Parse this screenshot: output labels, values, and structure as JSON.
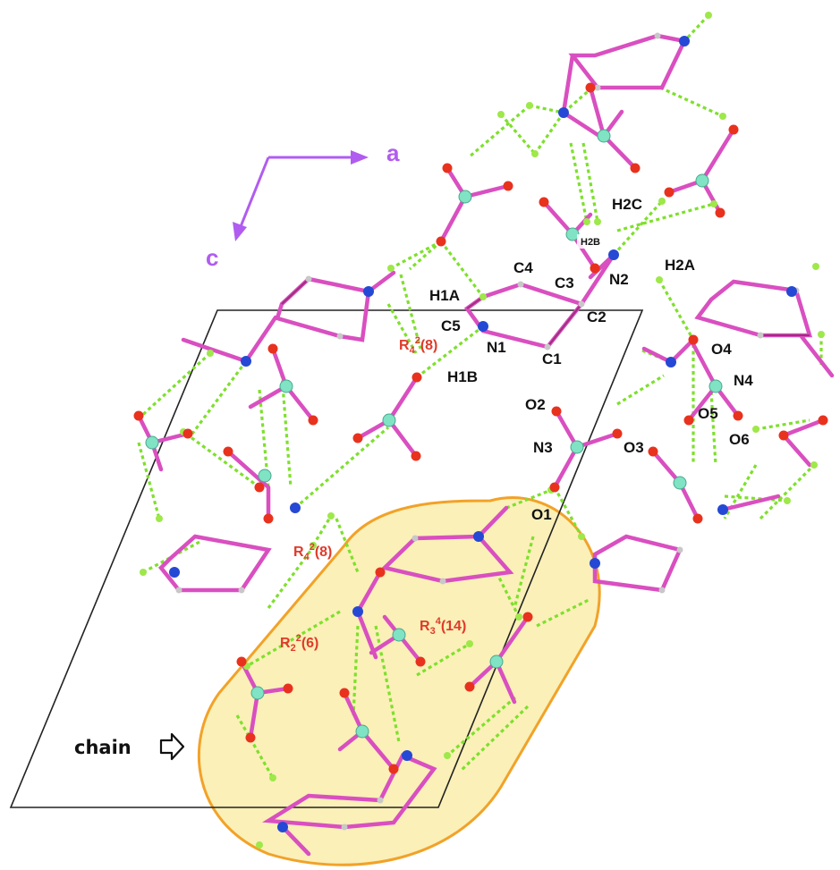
{
  "colors": {
    "bond": "#d94fc0",
    "bond_dark": "#9c2f7a",
    "hbond": "#7ee02c",
    "oxygen": "#e8321e",
    "nitrogen_amine": "#2549d4",
    "nitrogen_nitrate": "#7fe3c4",
    "hydrogen": "#9ee84a",
    "carbon_h": "#c8c8c8",
    "axis": "#b15cf0",
    "highlight_fill": "#faf0b8",
    "highlight_stroke": "#f2a228",
    "cell": "#222222",
    "ring_label": "#e03a2a"
  },
  "axes": {
    "a": "a",
    "c": "c"
  },
  "atom_labels": {
    "h1a": "H1A",
    "h1b": "H1B",
    "h2a": "H2A",
    "h2b": "H2B",
    "h2c": "H2C",
    "c1": "C1",
    "c2": "C2",
    "c3": "C3",
    "c4": "C4",
    "c5": "C5",
    "n1": "N1",
    "n2": "N2",
    "n3": "N3",
    "n4": "N4",
    "o1": "O1",
    "o2": "O2",
    "o3": "O3",
    "o4": "O4",
    "o5": "O5",
    "o6": "O6"
  },
  "ring_motifs": {
    "top": {
      "r": "R",
      "sub": "4",
      "sup": "2",
      "n": "(8)"
    },
    "left": {
      "r": "R",
      "sub": "4",
      "sup": "2",
      "n": "(8)"
    },
    "six": {
      "r": "R",
      "sub": "2",
      "sup": "2",
      "n": "(6)"
    },
    "fourteen": {
      "r": "R",
      "sub": "3",
      "sup": "4",
      "n": "(14)"
    }
  },
  "chain_label": "chain",
  "chain_arrow_icon": "right-outline-arrow"
}
